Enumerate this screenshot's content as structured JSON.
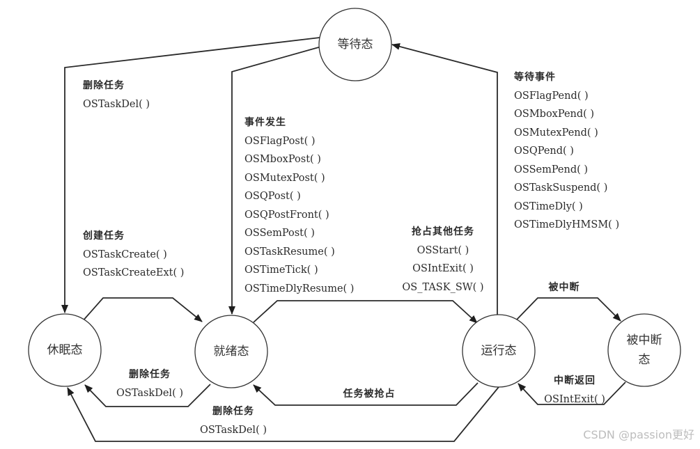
{
  "title": "uC/OS-II task state transition diagram",
  "states": {
    "waiting": "等待态",
    "dormant": "休眠态",
    "ready": "就绪态",
    "running": "运行态",
    "interrupted_line1": "被中断",
    "interrupted_line2": "态"
  },
  "transitions": {
    "waiting_to_dormant": {
      "title": "删除任务",
      "functions": [
        "OSTaskDel( )"
      ]
    },
    "waiting_to_ready": {
      "title": "事件发生",
      "functions": [
        "OSFlagPost( )",
        "OSMboxPost( )",
        "OSMutexPost( )",
        "OSQPost( )",
        "OSQPostFront( )",
        "OSSemPost( )",
        "OSTaskResume( )",
        "OSTimeTick( )",
        "OSTimeDlyResume( )"
      ]
    },
    "running_to_waiting": {
      "title": "等待事件",
      "functions": [
        "OSFlagPend( )",
        "OSMboxPend( )",
        "OSMutexPend( )",
        "OSQPend( )",
        "OSSemPend( )",
        "OSTaskSuspend( )",
        "OSTimeDly( )",
        "OSTimeDlyHMSM( )"
      ]
    },
    "dormant_to_ready": {
      "title": "创建任务",
      "functions": [
        "OSTaskCreate( )",
        "OSTaskCreateExt( )"
      ]
    },
    "ready_to_running": {
      "title": "抢占其他任务",
      "functions": [
        "OSStart( )",
        "OSIntExit( )",
        "OS_TASK_SW( )"
      ]
    },
    "ready_to_dormant": {
      "title": "删除任务",
      "functions": [
        "OSTaskDel( )"
      ]
    },
    "running_to_ready": {
      "title": "任务被抢占"
    },
    "running_to_dormant": {
      "title": "删除任务",
      "functions": [
        "OSTaskDel( )"
      ]
    },
    "running_to_interrupted": {
      "title": "被中断"
    },
    "interrupted_to_running": {
      "title": "中断返回",
      "functions": [
        "OSIntExit( )"
      ]
    }
  },
  "watermark": "CSDN @passion更好"
}
